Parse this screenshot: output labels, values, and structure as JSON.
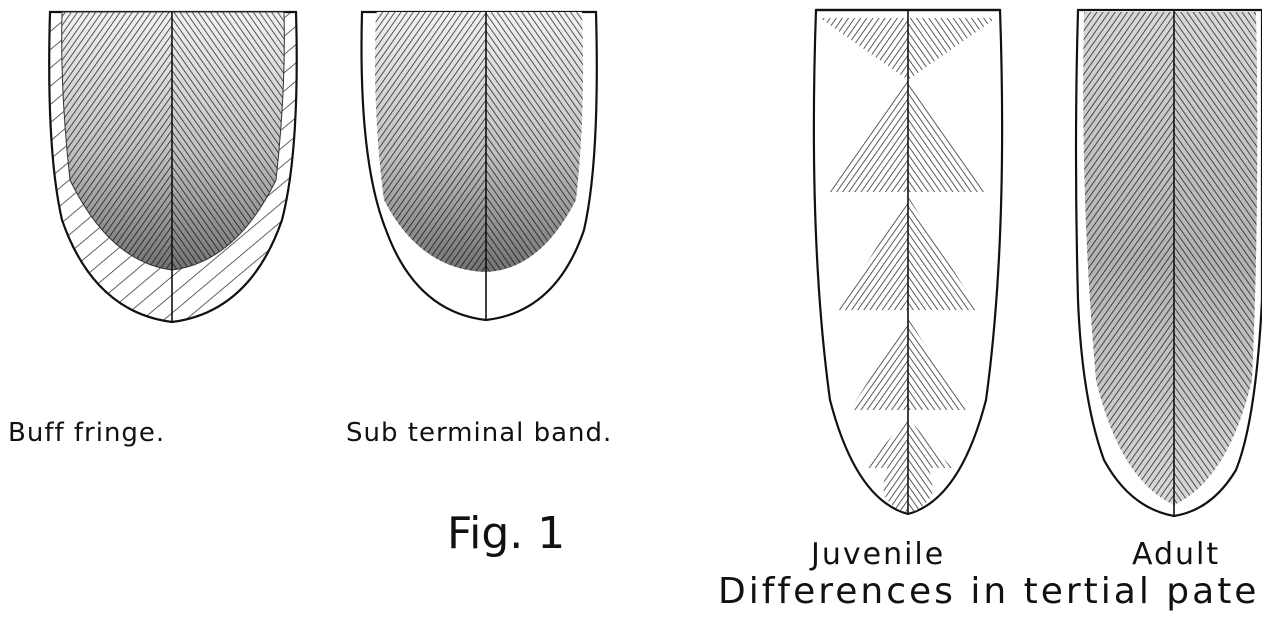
{
  "labels": {
    "buff_fringe": "Buff fringe.",
    "sub_terminal_band": "Sub terminal band.",
    "fig": "Fig. 1",
    "juvenile": "Juvenile",
    "adult": "Adult",
    "caption": "Differences in tertial paterns"
  },
  "colors": {
    "ink": "#111111",
    "paper": "#ffffff"
  }
}
